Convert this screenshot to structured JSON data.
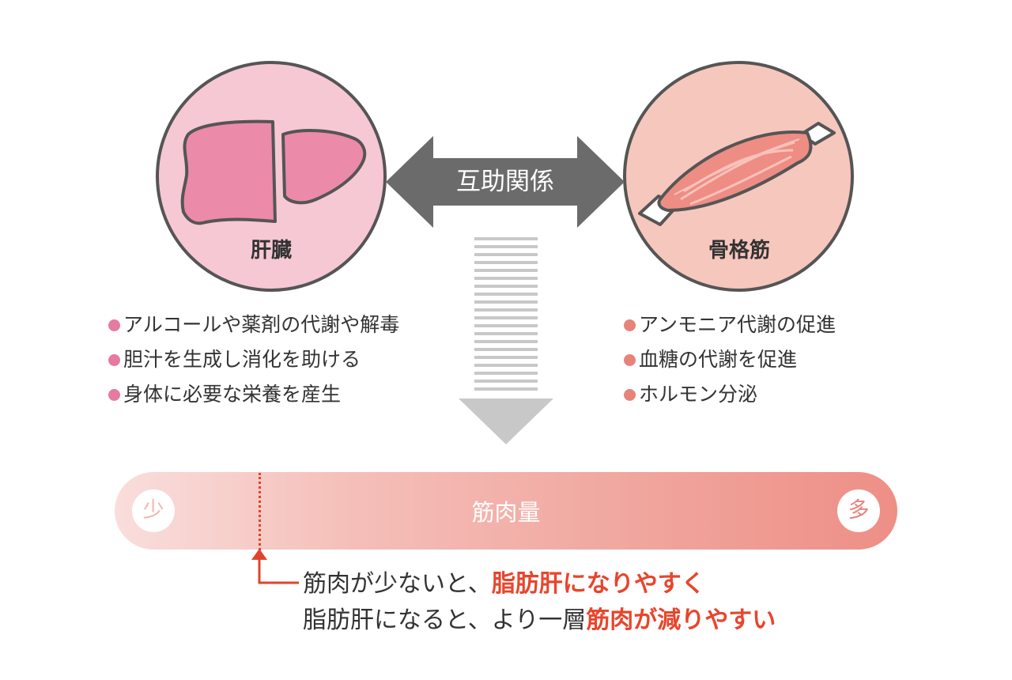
{
  "center": {
    "relation_label": "互助関係"
  },
  "liver": {
    "label": "肝臓",
    "bullet_color": "#e67aa0",
    "functions": [
      "アルコールや薬剤の代謝や解毒",
      "胆汁を生成し消化を助ける",
      "身体に必要な栄養を産生"
    ]
  },
  "muscle": {
    "label": "骨格筋",
    "bullet_color": "#e8837a",
    "functions": [
      "アンモニア代謝の促進",
      "血糖の代謝を促進",
      "ホルモン分泌"
    ]
  },
  "scale": {
    "label": "筋肉量",
    "low": "少",
    "high": "多",
    "low_color": "#f3b6ae",
    "high_color": "#e8837a"
  },
  "caption": {
    "line1_a": "筋肉が少ないと、",
    "line1_b": "脂肪肝になりやすく",
    "line2_a": "脂肪肝になると、より一層",
    "line2_b": "筋肉が減りやすい",
    "highlight_color": "#e8452c"
  }
}
